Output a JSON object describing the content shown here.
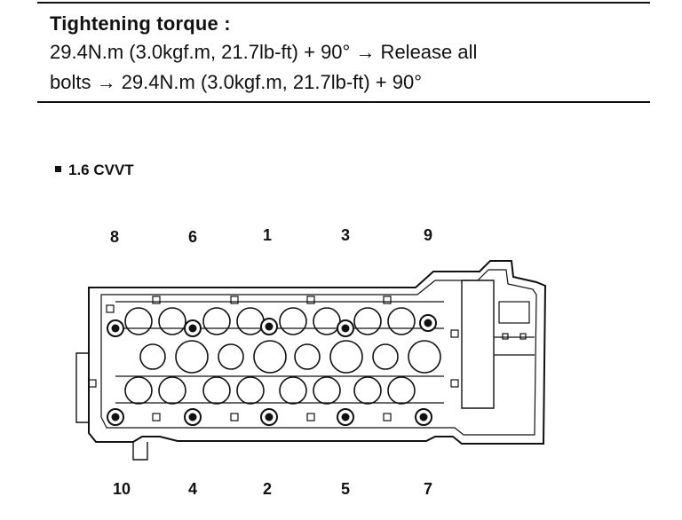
{
  "spec": {
    "title": "Tightening torque :",
    "line1": "29.4N.m (3.0kgf.m, 21.7lb-ft) + 90° → Release all",
    "line2": "bolts → 29.4N.m (3.0kgf.m, 21.7lb-ft) + 90°"
  },
  "engine_label": "1.6 CVVT",
  "bolts_top": [
    "8",
    "6",
    "1",
    "3",
    "9"
  ],
  "bolts_bottom": [
    "10",
    "4",
    "2",
    "5",
    "7"
  ]
}
